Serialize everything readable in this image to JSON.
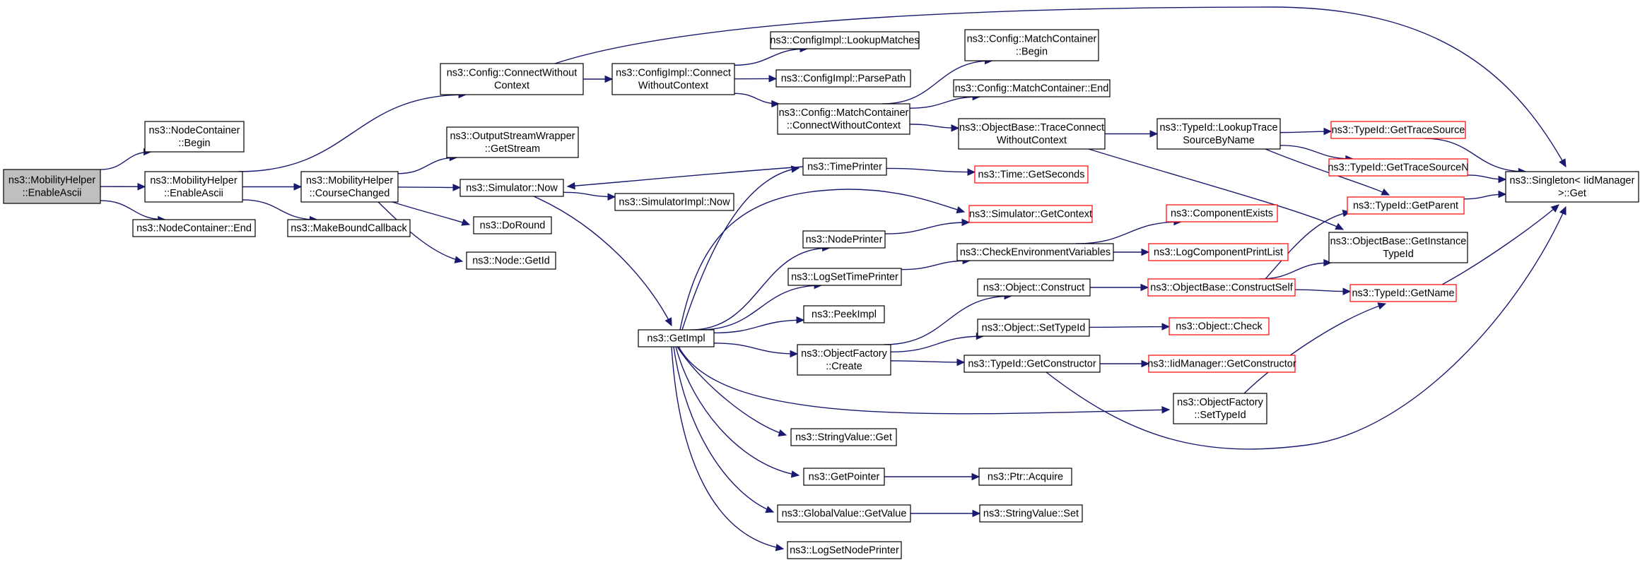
{
  "diagram": {
    "edge_color": "#191970",
    "start_fill": "#bfbfbf",
    "truncated_border_color": "#ff0000",
    "nodes": [
      {
        "id": "enableascii_root",
        "lines": [
          "ns3::MobilityHelper",
          "::EnableAscii"
        ],
        "style": "start"
      },
      {
        "id": "nodecontainer_begin",
        "lines": [
          "ns3::NodeContainer",
          "::Begin"
        ],
        "style": "normal"
      },
      {
        "id": "mobilityhelper_enableascii",
        "lines": [
          "ns3::MobilityHelper",
          "::EnableAscii"
        ],
        "style": "normal"
      },
      {
        "id": "nodecontainer_end",
        "lines": [
          "ns3::NodeContainer::End"
        ],
        "style": "normal"
      },
      {
        "id": "config_connectwithoutcontext",
        "lines": [
          "ns3::Config::ConnectWithout",
          "Context"
        ],
        "style": "normal"
      },
      {
        "id": "mobilityhelper_coursechanged",
        "lines": [
          "ns3::MobilityHelper",
          "::CourseChanged"
        ],
        "style": "normal"
      },
      {
        "id": "makeboundcallback",
        "lines": [
          "ns3::MakeBoundCallback"
        ],
        "style": "normal"
      },
      {
        "id": "outputstreamwrapper_getstream",
        "lines": [
          "ns3::OutputStreamWrapper",
          "::GetStream"
        ],
        "style": "normal"
      },
      {
        "id": "simulator_now",
        "lines": [
          "ns3::Simulator::Now"
        ],
        "style": "normal"
      },
      {
        "id": "doround",
        "lines": [
          "ns3::DoRound"
        ],
        "style": "normal"
      },
      {
        "id": "node_getid",
        "lines": [
          "ns3::Node::GetId"
        ],
        "style": "normal"
      },
      {
        "id": "configimpl_connectwithoutcontext",
        "lines": [
          "ns3::ConfigImpl::Connect",
          "WithoutContext"
        ],
        "style": "normal"
      },
      {
        "id": "simulatorimpl_now",
        "lines": [
          "ns3::SimulatorImpl::Now"
        ],
        "style": "normal"
      },
      {
        "id": "getimpl",
        "lines": [
          "ns3::GetImpl"
        ],
        "style": "normal"
      },
      {
        "id": "configimpl_lookupmatches",
        "lines": [
          "ns3::ConfigImpl::LookupMatches"
        ],
        "style": "normal"
      },
      {
        "id": "configimpl_parsepath",
        "lines": [
          "ns3::ConfigImpl::ParsePath"
        ],
        "style": "normal"
      },
      {
        "id": "matchcontainer_connectwithoutcontext",
        "lines": [
          "ns3::Config::MatchContainer",
          "::ConnectWithoutContext"
        ],
        "style": "normal"
      },
      {
        "id": "timeprinter",
        "lines": [
          "ns3::TimePrinter"
        ],
        "style": "normal"
      },
      {
        "id": "nodeprinter",
        "lines": [
          "ns3::NodePrinter"
        ],
        "style": "normal"
      },
      {
        "id": "logsettimeprinter",
        "lines": [
          "ns3::LogSetTimePrinter"
        ],
        "style": "normal"
      },
      {
        "id": "peekimpl",
        "lines": [
          "ns3::PeekImpl"
        ],
        "style": "normal"
      },
      {
        "id": "objectfactory_create",
        "lines": [
          "ns3::ObjectFactory",
          "::Create"
        ],
        "style": "normal"
      },
      {
        "id": "stringvalue_get",
        "lines": [
          "ns3::StringValue::Get"
        ],
        "style": "normal"
      },
      {
        "id": "getpointer",
        "lines": [
          "ns3::GetPointer"
        ],
        "style": "normal"
      },
      {
        "id": "globalvalue_getvalue",
        "lines": [
          "ns3::GlobalValue::GetValue"
        ],
        "style": "normal"
      },
      {
        "id": "logsetnodeprinter",
        "lines": [
          "ns3::LogSetNodePrinter"
        ],
        "style": "normal"
      },
      {
        "id": "matchcontainer_begin",
        "lines": [
          "ns3::Config::MatchContainer",
          "::Begin"
        ],
        "style": "normal"
      },
      {
        "id": "matchcontainer_end",
        "lines": [
          "ns3::Config::MatchContainer::End"
        ],
        "style": "normal"
      },
      {
        "id": "objectbase_traceconnectwithoutcontext",
        "lines": [
          "ns3::ObjectBase::TraceConnect",
          "WithoutContext"
        ],
        "style": "normal"
      },
      {
        "id": "time_getseconds",
        "lines": [
          "ns3::Time::GetSeconds"
        ],
        "style": "truncated"
      },
      {
        "id": "simulator_getcontext",
        "lines": [
          "ns3::Simulator::GetContext"
        ],
        "style": "truncated"
      },
      {
        "id": "checkenvironmentvariables",
        "lines": [
          "ns3::CheckEnvironmentVariables"
        ],
        "style": "normal"
      },
      {
        "id": "object_construct",
        "lines": [
          "ns3::Object::Construct"
        ],
        "style": "normal"
      },
      {
        "id": "object_settypeid",
        "lines": [
          "ns3::Object::SetTypeId"
        ],
        "style": "normal"
      },
      {
        "id": "typeid_getconstructor",
        "lines": [
          "ns3::TypeId::GetConstructor"
        ],
        "style": "normal"
      },
      {
        "id": "objectfactory_settypeid",
        "lines": [
          "ns3::ObjectFactory",
          "::SetTypeId"
        ],
        "style": "normal"
      },
      {
        "id": "ptr_acquire",
        "lines": [
          "ns3::Ptr::Acquire"
        ],
        "style": "normal"
      },
      {
        "id": "stringvalue_set",
        "lines": [
          "ns3::StringValue::Set"
        ],
        "style": "normal"
      },
      {
        "id": "typeid_lookuptracesourcebyname",
        "lines": [
          "ns3::TypeId::LookupTrace",
          "SourceByName"
        ],
        "style": "normal"
      },
      {
        "id": "componentexists",
        "lines": [
          "ns3::ComponentExists"
        ],
        "style": "truncated"
      },
      {
        "id": "logcomponentprintlist",
        "lines": [
          "ns3::LogComponentPrintList"
        ],
        "style": "truncated"
      },
      {
        "id": "objectbase_constructself",
        "lines": [
          "ns3::ObjectBase::ConstructSelf"
        ],
        "style": "truncated"
      },
      {
        "id": "object_check",
        "lines": [
          "ns3::Object::Check"
        ],
        "style": "truncated"
      },
      {
        "id": "iidmanager_getconstructor",
        "lines": [
          "ns3::IidManager::GetConstructor"
        ],
        "style": "truncated"
      },
      {
        "id": "typeid_gettracesource",
        "lines": [
          "ns3::TypeId::GetTraceSource"
        ],
        "style": "truncated"
      },
      {
        "id": "typeid_gettracesourcen",
        "lines": [
          "ns3::TypeId::GetTraceSourceN"
        ],
        "style": "truncated"
      },
      {
        "id": "typeid_getparent",
        "lines": [
          "ns3::TypeId::GetParent"
        ],
        "style": "truncated"
      },
      {
        "id": "objectbase_getinstancetypeid",
        "lines": [
          "ns3::ObjectBase::GetInstance",
          "TypeId"
        ],
        "style": "normal"
      },
      {
        "id": "typeid_getname",
        "lines": [
          "ns3::TypeId::GetName"
        ],
        "style": "truncated"
      },
      {
        "id": "singleton_get",
        "lines": [
          "ns3::Singleton< IidManager",
          ">::Get"
        ],
        "style": "normal"
      }
    ],
    "edges": [
      [
        "enableascii_root",
        "nodecontainer_begin"
      ],
      [
        "enableascii_root",
        "mobilityhelper_enableascii"
      ],
      [
        "enableascii_root",
        "nodecontainer_end"
      ],
      [
        "mobilityhelper_enableascii",
        "config_connectwithoutcontext"
      ],
      [
        "mobilityhelper_enableascii",
        "mobilityhelper_coursechanged"
      ],
      [
        "mobilityhelper_enableascii",
        "makeboundcallback"
      ],
      [
        "config_connectwithoutcontext",
        "configimpl_connectwithoutcontext"
      ],
      [
        "config_connectwithoutcontext",
        "singleton_get"
      ],
      [
        "mobilityhelper_coursechanged",
        "outputstreamwrapper_getstream"
      ],
      [
        "mobilityhelper_coursechanged",
        "simulator_now"
      ],
      [
        "mobilityhelper_coursechanged",
        "doround"
      ],
      [
        "mobilityhelper_coursechanged",
        "node_getid"
      ],
      [
        "simulator_now",
        "simulatorimpl_now"
      ],
      [
        "simulator_now",
        "getimpl"
      ],
      [
        "configimpl_connectwithoutcontext",
        "configimpl_lookupmatches"
      ],
      [
        "configimpl_connectwithoutcontext",
        "configimpl_parsepath"
      ],
      [
        "configimpl_connectwithoutcontext",
        "matchcontainer_connectwithoutcontext"
      ],
      [
        "matchcontainer_connectwithoutcontext",
        "matchcontainer_begin"
      ],
      [
        "matchcontainer_connectwithoutcontext",
        "matchcontainer_end"
      ],
      [
        "matchcontainer_connectwithoutcontext",
        "objectbase_traceconnectwithoutcontext"
      ],
      [
        "getimpl",
        "timeprinter"
      ],
      [
        "getimpl",
        "simulator_getcontext"
      ],
      [
        "getimpl",
        "nodeprinter"
      ],
      [
        "getimpl",
        "logsettimeprinter"
      ],
      [
        "getimpl",
        "peekimpl"
      ],
      [
        "getimpl",
        "objectfactory_create"
      ],
      [
        "getimpl",
        "objectfactory_settypeid"
      ],
      [
        "getimpl",
        "stringvalue_get"
      ],
      [
        "getimpl",
        "getpointer"
      ],
      [
        "getimpl",
        "globalvalue_getvalue"
      ],
      [
        "getimpl",
        "logsetnodeprinter"
      ],
      [
        "timeprinter",
        "simulator_now"
      ],
      [
        "timeprinter",
        "time_getseconds"
      ],
      [
        "nodeprinter",
        "simulator_getcontext"
      ],
      [
        "logsettimeprinter",
        "checkenvironmentvariables"
      ],
      [
        "objectfactory_create",
        "object_construct"
      ],
      [
        "objectfactory_create",
        "object_settypeid"
      ],
      [
        "objectfactory_create",
        "typeid_getconstructor"
      ],
      [
        "getpointer",
        "ptr_acquire"
      ],
      [
        "globalvalue_getvalue",
        "stringvalue_set"
      ],
      [
        "objectbase_traceconnectwithoutcontext",
        "typeid_lookuptracesourcebyname"
      ],
      [
        "objectbase_traceconnectwithoutcontext",
        "objectbase_getinstancetypeid"
      ],
      [
        "checkenvironmentvariables",
        "componentexists"
      ],
      [
        "checkenvironmentvariables",
        "logcomponentprintlist"
      ],
      [
        "object_construct",
        "objectbase_constructself"
      ],
      [
        "object_settypeid",
        "object_check"
      ],
      [
        "typeid_getconstructor",
        "iidmanager_getconstructor"
      ],
      [
        "typeid_getconstructor",
        "singleton_get"
      ],
      [
        "objectfactory_settypeid",
        "typeid_getname"
      ],
      [
        "typeid_lookuptracesourcebyname",
        "typeid_gettracesource"
      ],
      [
        "typeid_lookuptracesourcebyname",
        "typeid_gettracesourcen"
      ],
      [
        "typeid_lookuptracesourcebyname",
        "typeid_getparent"
      ],
      [
        "objectbase_constructself",
        "typeid_getparent"
      ],
      [
        "objectbase_constructself",
        "objectbase_getinstancetypeid"
      ],
      [
        "objectbase_constructself",
        "typeid_getname"
      ],
      [
        "typeid_gettracesource",
        "singleton_get"
      ],
      [
        "typeid_gettracesourcen",
        "singleton_get"
      ],
      [
        "typeid_getparent",
        "singleton_get"
      ],
      [
        "typeid_getname",
        "singleton_get"
      ]
    ]
  }
}
